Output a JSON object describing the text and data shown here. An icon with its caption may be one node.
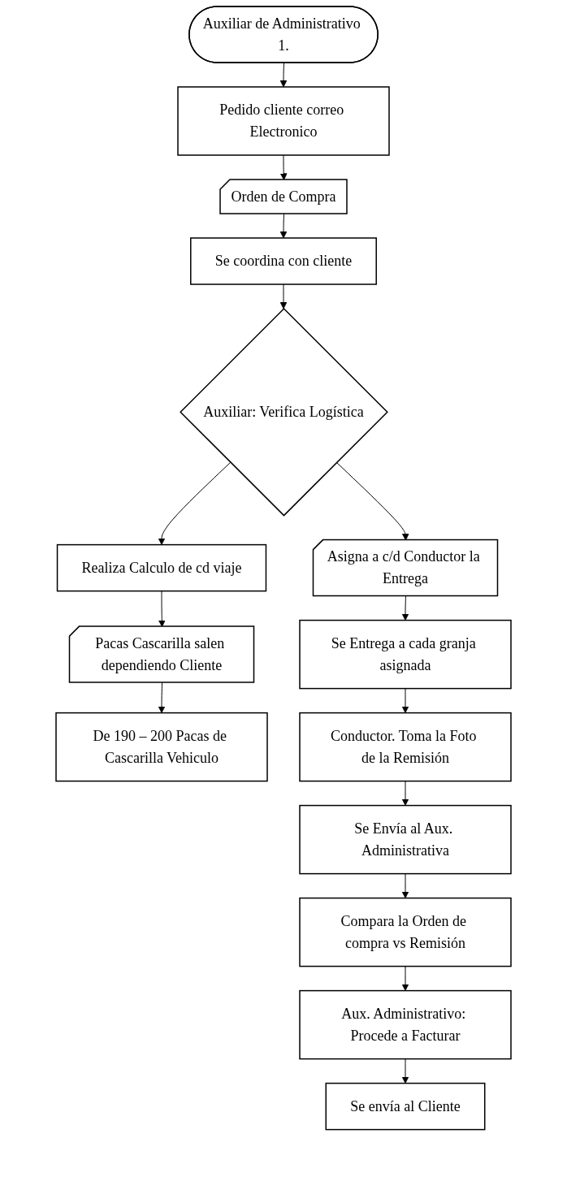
{
  "diagram": {
    "nodes": [
      {
        "text": [
          "Auxiliar de Administrativo 1."
        ]
      },
      {
        "text": [
          "Pedido cliente correo Electronico"
        ]
      },
      {
        "text": [
          "Orden de Compra"
        ]
      },
      {
        "text": [
          "Se coordina con cliente"
        ]
      },
      {
        "text": [
          "Auxiliar: Verifica Logística"
        ]
      },
      {
        "text": [
          "Realiza Calculo de cd viaje"
        ]
      },
      {
        "text": [
          "Pacas Cascarilla salen dependiendo Cliente"
        ]
      },
      {
        "text": [
          "De 190 – 200 Pacas de Cascarilla Vehiculo"
        ]
      },
      {
        "text": [
          "Asigna a c/d Conductor la Entrega"
        ]
      },
      {
        "text": [
          "Se Entrega a cada granja asignada"
        ]
      },
      {
        "text": [
          "Conductor. Toma la Foto de la Remisión"
        ]
      },
      {
        "text": [
          "Se Envía al Aux. Administrativa"
        ]
      },
      {
        "text": [
          "Compara la Orden de compra vs Remisión"
        ]
      },
      {
        "text": [
          "Aux. Administrativo: Procede a Facturar"
        ]
      },
      {
        "text": [
          "Se envía al Cliente"
        ]
      }
    ],
    "edges": [
      {
        "from": 0,
        "to": 1,
        "arrow": "to"
      },
      {
        "from": 1,
        "to": 2,
        "arrow": "to"
      },
      {
        "from": 2,
        "to": 3,
        "arrow": "to"
      },
      {
        "from": 3,
        "to": 4,
        "arrow": "to"
      },
      {
        "from": 4,
        "to": 5,
        "arrow": "to"
      },
      {
        "from": 5,
        "to": 6,
        "arrow": "to"
      },
      {
        "from": 6,
        "to": 7,
        "arrow": "to"
      },
      {
        "from": 4,
        "to": 8,
        "arrow": "to"
      },
      {
        "from": 8,
        "to": 9,
        "arrow": "to"
      },
      {
        "from": 9,
        "to": 10,
        "arrow": "to"
      },
      {
        "from": 10,
        "to": 11,
        "arrow": "to"
      },
      {
        "from": 11,
        "to": 12,
        "arrow": "to"
      },
      {
        "from": 12,
        "to": 13,
        "arrow": "to"
      },
      {
        "from": 13,
        "to": 14,
        "arrow": "to"
      }
    ]
  }
}
